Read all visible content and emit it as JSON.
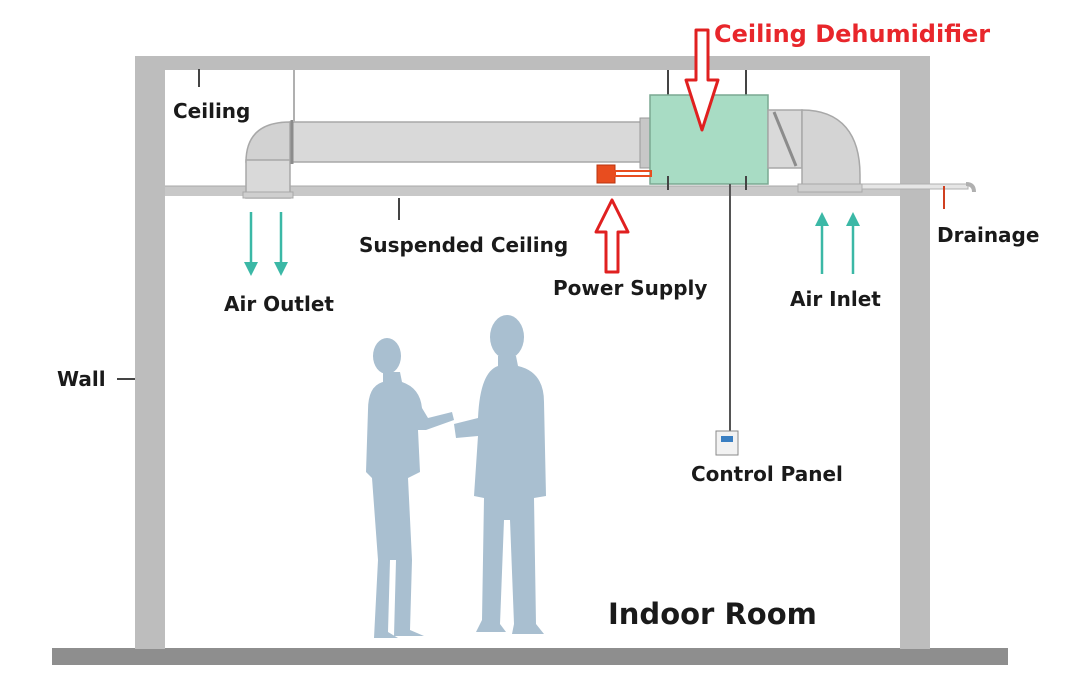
{
  "labels": {
    "title": "Ceiling Dehumidifier",
    "ceiling": "Ceiling",
    "suspended_ceiling": "Suspended Ceiling",
    "air_outlet": "Air Outlet",
    "power_supply": "Power Supply",
    "air_inlet": "Air Inlet",
    "drainage": "Drainage",
    "wall": "Wall",
    "control_panel": "Control Panel",
    "indoor_room": "Indoor Room"
  },
  "colors": {
    "title_red": "#e8262b",
    "arrow_red": "#e02020",
    "teal_arrow": "#3bb8a6",
    "structure_gray": "#bdbdbd",
    "duct_gray": "#d6d6d6",
    "unit_green": "#a8dcc4",
    "power_orange": "#e84d1f",
    "silhouette_blue": "#a9bfd0",
    "panel_blue": "#3a7fc2"
  }
}
